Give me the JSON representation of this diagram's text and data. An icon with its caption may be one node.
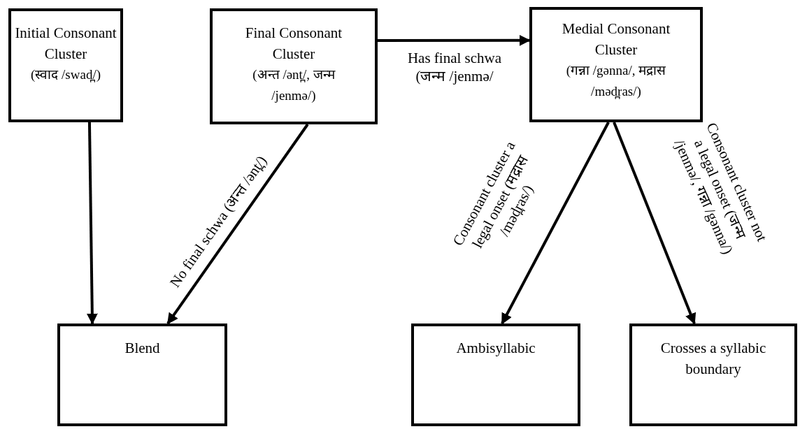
{
  "diagram": {
    "nodes": [
      {
        "text": [
          "Initial Consonant Cluster",
          "(स्वाद /swad̪/)"
        ]
      },
      {
        "text": [
          "Final Consonant Cluster",
          "(अन्त /ənt̪/, जन्म /jenmə/)"
        ]
      },
      {
        "text": [
          "Medial Consonant Cluster",
          "(गन्ना /gənna/, मद्रास /məd̪ras/)"
        ]
      },
      {
        "text": [
          "Blend"
        ]
      },
      {
        "text": [
          "Ambisyllabic"
        ]
      },
      {
        "text": [
          "Crosses a syllabic boundary"
        ]
      }
    ],
    "edges": [
      {
        "from": 0,
        "to": 3,
        "arrow": "to"
      },
      {
        "from": 1,
        "to": 3,
        "arrow": "to",
        "label": "No final schwa (अन्त /ənt̪/)"
      },
      {
        "from": 1,
        "to": 2,
        "arrow": "to",
        "label": "Has final schwa (जन्म /jenmə/"
      },
      {
        "from": 2,
        "to": 4,
        "arrow": "to",
        "label": "Consonant cluster a legal onset (मद्रास /məd̪ras/)"
      },
      {
        "from": 2,
        "to": 5,
        "arrow": "to",
        "label": "Consonant cluster not a legal onset (जन्म /jenmə/, गन्ना /gənna/)"
      }
    ]
  }
}
